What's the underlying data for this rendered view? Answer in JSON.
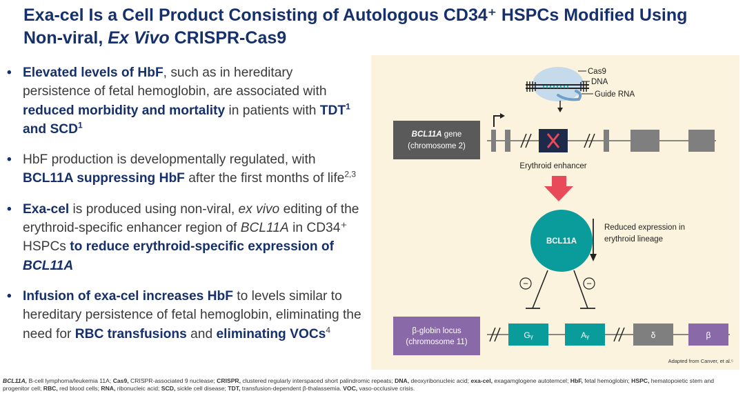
{
  "slide": {
    "title_line1": "Exa-cel Is a Cell Product Consisting of Autologous CD34⁺ HSPCs Modified Using",
    "title_line2_a": "Non-viral, ",
    "title_line2_b": "Ex Vivo",
    "title_line2_c": " CRISPR-Cas9"
  },
  "bullets": {
    "b1": {
      "bold1": "Elevated levels of HbF",
      "t1": ", such as in hereditary persistence of fetal hemoglobin, are associated with ",
      "bold2": "reduced morbidity and mortality",
      "t2": " in patients with ",
      "bold3a": "TDT",
      "sup1": "1",
      "bold3b": " and SCD",
      "sup2": "1"
    },
    "b2": {
      "t1": "HbF production is developmentally regulated, with ",
      "bold1": "BCL11A suppressing HbF",
      "t2": " after the first months of life",
      "sup": "2,3"
    },
    "b3": {
      "bold1": "Exa-cel",
      "t1": " is produced using non-viral, ",
      "it1": "ex vivo",
      "t2": " editing of the erythroid-specific enhancer region of ",
      "it2": "BCL11A",
      "t3": " in CD34⁺ HSPCs ",
      "bold2": "to reduce erythroid-specific expression of ",
      "bold2i": "BCL11A"
    },
    "b4": {
      "bold1": "Infusion of exa-cel increases HbF",
      "t1": " to levels similar to hereditary persistence of fetal hemoglobin, eliminating the need for ",
      "bold2": "RBC transfusions",
      "t2": " and ",
      "bold3": "eliminating VOCs",
      "sup": "4"
    }
  },
  "diagram": {
    "cas9_label": "Cas9",
    "dna_label": "DNA",
    "guide_label": "Guide RNA",
    "gene_box_italic": "BCL11A",
    "gene_box_rest": " gene",
    "gene_box_line2": "(chromosome 2)",
    "enhancer_label": "Erythroid enhancer",
    "bcl11a_circle": "BCL11A",
    "reduced_line1": "Reduced expression in",
    "reduced_line2": "erythroid lineage",
    "minus_symbol": "−",
    "globin_box_line1": "β-globin locus",
    "globin_box_line2": "(chromosome 11)",
    "g_gamma": "Gᵧ",
    "a_gamma": "Aᵧ",
    "delta": "δ",
    "beta": "β",
    "adapted": "Adapted from Canver, et al.⁵",
    "colors": {
      "panel_bg": "#fbf3de",
      "gene_box": "#5a5a5a",
      "exon": "#7f7f7f",
      "enhancer": "#1e2a4a",
      "cut": "#e94a5a",
      "arrow": "#e94a5a",
      "teal": "#0a9b9b",
      "purple": "#8a69a8",
      "cas9_blob": "#c5dbec"
    }
  },
  "footnote": {
    "k1": "BCL11A,",
    "v1": " B-cell lymphoma/leukemia 11A; ",
    "k2": "Cas9,",
    "v2": " CRISPR-associated 9 nuclease; ",
    "k3": "CRISPR,",
    "v3": " clustered regularly interspaced short palindromic repeats; ",
    "k4": "DNA,",
    "v4": " deoxyribonucleic acid; ",
    "k5": "exa-cel,",
    "v5": " exagamglogene autotemcel; ",
    "k6": "HbF,",
    "v6": " fetal hemoglobin; ",
    "k7": "HSPC,",
    "v7": " hematopoietic stem and progenitor cell; ",
    "k8": "RBC,",
    "v8": " red blood cells; ",
    "k9": "RNA,",
    "v9": " ribonucleic acid; ",
    "k10": "SCD,",
    "v10": " sickle cell disease; ",
    "k11": "TDT,",
    "v11": " transfusion-dependent β-thalassemia. ",
    "k12": "VOC,",
    "v12": " vaso-occlusive crisis."
  }
}
